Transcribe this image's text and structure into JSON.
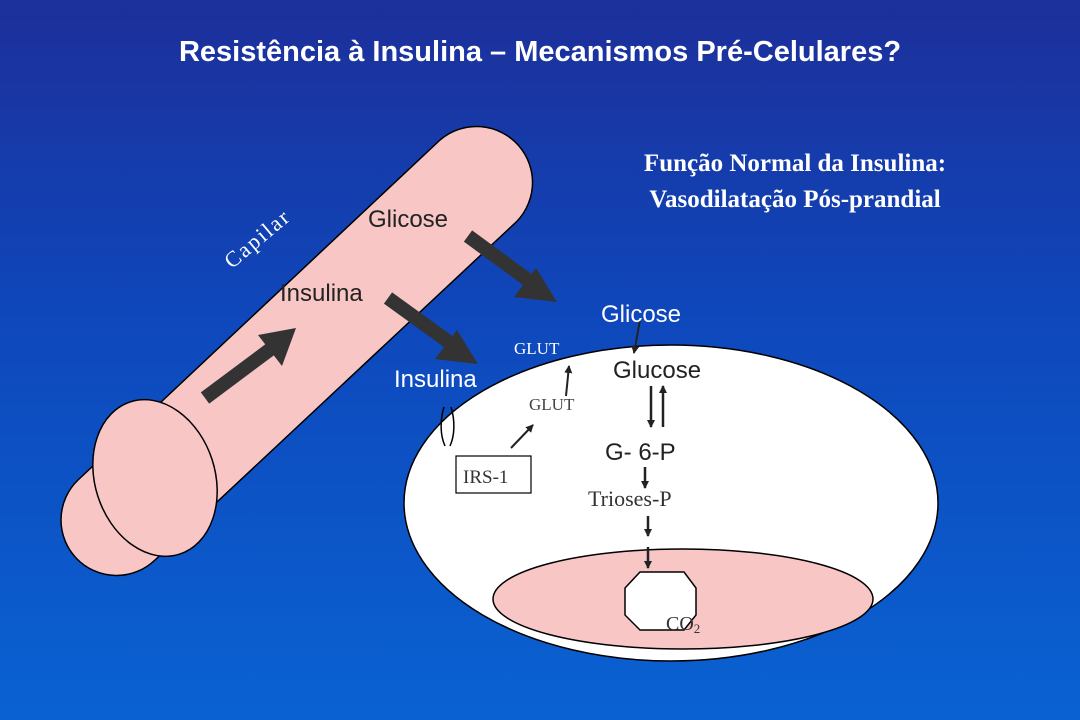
{
  "title": "Resistência à Insulina – Mecanismos Pré-Celulares?",
  "subtitle_line1": "Função Normal da Insulina:",
  "subtitle_line2": "Vasodilatação Pós-prandial",
  "labels": {
    "capilar": "Capilar",
    "glicose_capillary": "Glicose",
    "insulina_capillary": "Insulina",
    "glicose_outside": "Glicose",
    "insulina_receptor": "Insulina",
    "glut_top": "GLUT",
    "glut_inner": "GLUT",
    "glucose": "Glucose",
    "g6p": "G- 6-P",
    "irs1": "IRS-1",
    "trioses": "Trioses-P",
    "co2_main": "CO",
    "co2_sub": "2"
  },
  "colors": {
    "background_top": "#1d2f9a",
    "background_bottom": "#0a62d2",
    "capillary_fill": "#f9c6c6",
    "cell_fill": "#ffffff",
    "mitochondrion_fill": "#f9c6c6",
    "arrow": "#333333",
    "text_white": "#ffffff",
    "text_dark": "#222222"
  }
}
